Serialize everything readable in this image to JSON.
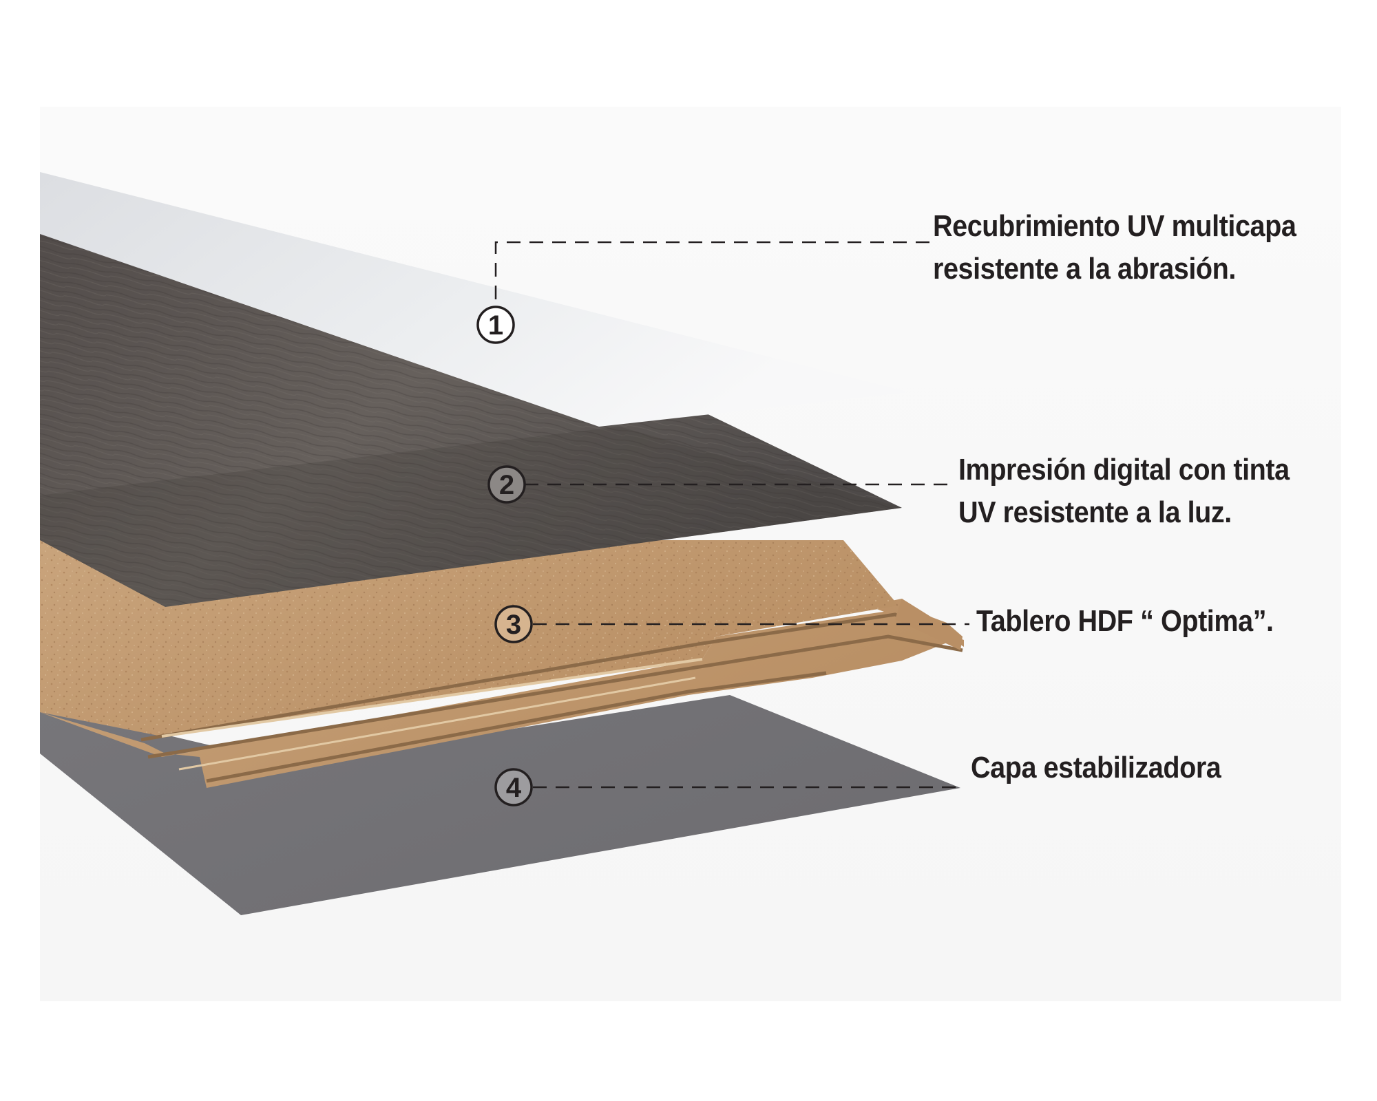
{
  "layers": [
    {
      "number": "1",
      "lines": [
        "Recubrimiento UV multicapa",
        "resistente a la abrasión."
      ]
    },
    {
      "number": "2",
      "lines": [
        "Impresión digital con tinta",
        "UV resistente a la luz."
      ]
    },
    {
      "number": "3",
      "lines": [
        "Tablero HDF “ Optima”."
      ]
    },
    {
      "number": "4",
      "lines": [
        "Capa estabilizadora"
      ]
    }
  ],
  "colors": {
    "text": "#231f20",
    "uv_coating": "#e9eaec",
    "digital_print": "#5f5b59",
    "hdf_board": "#c29a70",
    "stabilizer": "#77767a"
  }
}
